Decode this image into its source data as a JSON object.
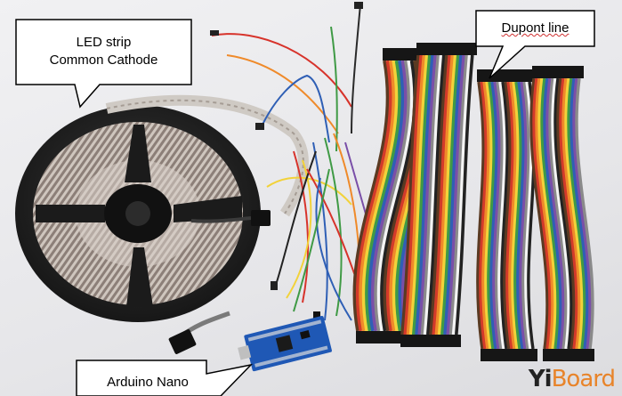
{
  "callouts": {
    "led": {
      "line1": "LED strip",
      "line2": "Common Cathode"
    },
    "dupont": {
      "label": "Dupont line"
    },
    "nano": {
      "label": "Arduino Nano"
    }
  },
  "watermark": {
    "prefix": "Yi",
    "suffix": "Board",
    "colors": {
      "prefix": "#222222",
      "suffix": "#e8842a"
    }
  },
  "objects": [
    "led-strip-reel",
    "jumper-wire-bundle",
    "dupont-ribbon-cables",
    "arduino-nano-board",
    "usb-cable-connector"
  ],
  "ribbon_colors": [
    "#5a3a22",
    "#d33a2a",
    "#ef8a2a",
    "#f2d23a",
    "#3f9a45",
    "#2f5fb5",
    "#7a4fa8",
    "#8a8a8a",
    "#f4f4f4",
    "#222222"
  ]
}
